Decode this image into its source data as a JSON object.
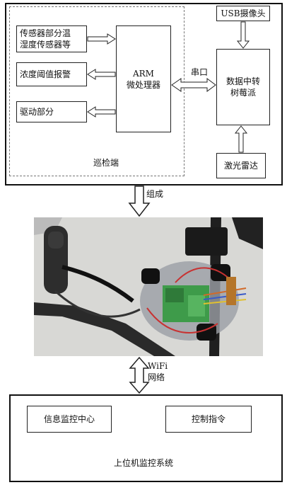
{
  "top_system": {
    "inspection_label": "巡检端",
    "modules": {
      "sensor": "传感器部分温\n湿度传感器等",
      "alarm": "浓度阈值报警",
      "drive": "驱动部分"
    },
    "arm": "ARM\n微处理器",
    "serial_label": "串口",
    "usb_camera": "USB摄像头",
    "raspberry": "数据中转\n树莓派",
    "lidar": "激光雷达"
  },
  "compose_label": "组成",
  "wifi_label": "WiFi\n网络",
  "bottom_system": {
    "title": "上位机监控系统",
    "info_center": "信息监控中心",
    "control_cmd": "控制指令"
  }
}
